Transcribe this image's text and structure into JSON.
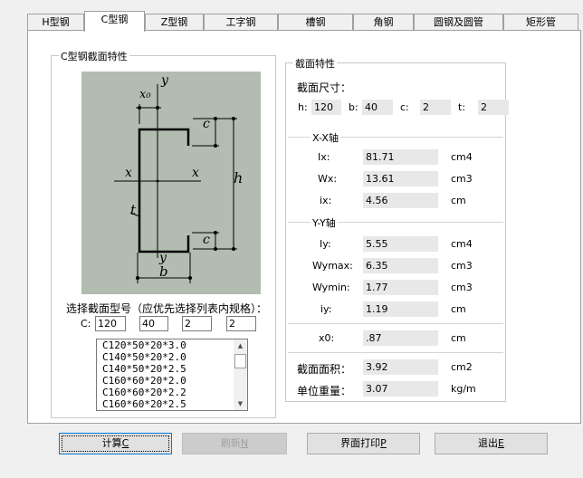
{
  "tabs": [
    {
      "label": "H型钢",
      "active": false
    },
    {
      "label": "C型钢",
      "active": true
    },
    {
      "label": "Z型钢",
      "active": false
    },
    {
      "label": "工字钢",
      "active": false
    },
    {
      "label": "槽钢",
      "active": false
    },
    {
      "label": "角钢",
      "active": false
    },
    {
      "label": "圆钢及圆管",
      "active": false
    },
    {
      "label": "矩形管",
      "active": false
    }
  ],
  "left_group": {
    "title": "C型钢截面特性",
    "diagram_labels": {
      "y_top": "y",
      "x0": "x₀",
      "c_top": "c",
      "h": "h",
      "x_left": "x",
      "x_right": "x",
      "t": "t",
      "y_bottom": "y",
      "c_bottom": "c",
      "b": "b"
    },
    "select_label": "选择截面型号（应优先选择列表内规格）：",
    "c_label": "C:",
    "inputs": [
      "120",
      "40",
      "2",
      "2"
    ],
    "list_items": [
      "C120*50*20*3.0",
      "C140*50*20*2.0",
      "C140*50*20*2.5",
      "C160*60*20*2.0",
      "C160*60*20*2.2",
      "C160*60*20*2.5"
    ],
    "scroll_up": "▲",
    "scroll_down": "▼"
  },
  "right_group": {
    "title": "截面特性",
    "size_label": "截面尺寸：",
    "dims": [
      {
        "label": "h:",
        "value": "120"
      },
      {
        "label": "b:",
        "value": "40"
      },
      {
        "label": "c:",
        "value": "2"
      },
      {
        "label": "t:",
        "value": "2"
      }
    ],
    "xx_title": "X-X轴",
    "xx": [
      {
        "label": "Ix:",
        "value": "81.71",
        "unit": "cm4"
      },
      {
        "label": "Wx:",
        "value": "13.61",
        "unit": "cm3"
      },
      {
        "label": "ix:",
        "value": "4.56",
        "unit": "cm"
      }
    ],
    "yy_title": "Y-Y轴",
    "yy": [
      {
        "label": "Iy:",
        "value": "5.55",
        "unit": "cm4"
      },
      {
        "label": "Wymax:",
        "value": "6.35",
        "unit": "cm3"
      },
      {
        "label": "Wymin:",
        "value": "1.77",
        "unit": "cm3"
      },
      {
        "label": "iy:",
        "value": "1.19",
        "unit": "cm"
      }
    ],
    "x0": {
      "label": "x0:",
      "value": ".87",
      "unit": "cm"
    },
    "area": {
      "label": "截面面积：",
      "value": "3.92",
      "unit": "cm2"
    },
    "weight": {
      "label": "单位重量：",
      "value": "3.07",
      "unit": "kg/m"
    }
  },
  "buttons": {
    "calc": {
      "text": "计算",
      "key": "C"
    },
    "refresh": {
      "text": "刷新",
      "key": "N"
    },
    "print": {
      "text": "界面打印",
      "key": "P"
    },
    "exit": {
      "text": "退出",
      "key": "E"
    }
  }
}
